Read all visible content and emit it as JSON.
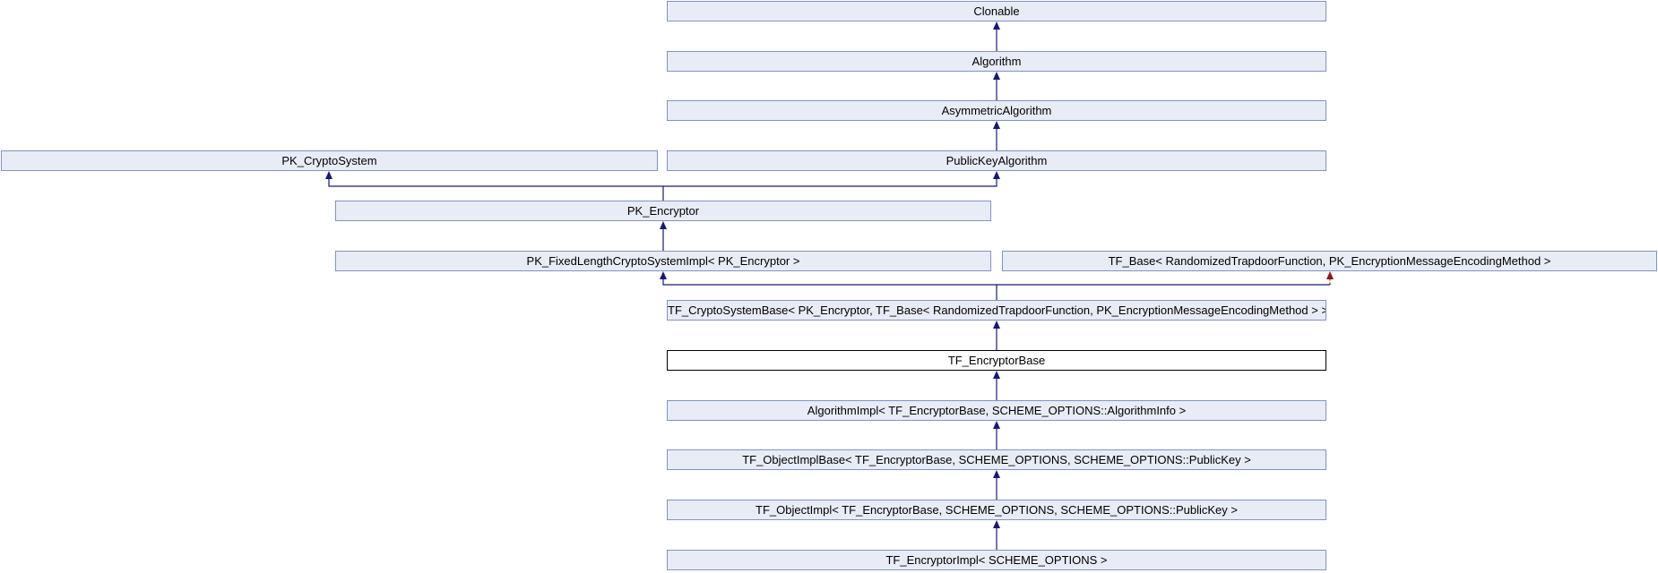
{
  "diagram": {
    "type": "class-inheritance-graph",
    "current_class": "TF_EncryptorBase",
    "nodes": {
      "clonable": {
        "label": "Clonable"
      },
      "algorithm": {
        "label": "Algorithm"
      },
      "asymmetric_algorithm": {
        "label": "AsymmetricAlgorithm"
      },
      "pk_cryptosystem": {
        "label": "PK_CryptoSystem"
      },
      "publickey_algorithm": {
        "label": "PublicKeyAlgorithm"
      },
      "pk_encryptor": {
        "label": "PK_Encryptor"
      },
      "pk_fixedlength_cryptosystemimpl": {
        "label": "PK_FixedLengthCryptoSystemImpl< PK_Encryptor >"
      },
      "tf_base": {
        "label": "TF_Base< RandomizedTrapdoorFunction, PK_EncryptionMessageEncodingMethod >"
      },
      "tf_cryptosystembase": {
        "label": "TF_CryptoSystemBase< PK_Encryptor, TF_Base< RandomizedTrapdoorFunction, PK_EncryptionMessageEncodingMethod > >"
      },
      "tf_encryptorbase": {
        "label": "TF_EncryptorBase"
      },
      "algorithmimpl": {
        "label": "AlgorithmImpl< TF_EncryptorBase, SCHEME_OPTIONS::AlgorithmInfo >"
      },
      "tf_objectimplbase": {
        "label": "TF_ObjectImplBase< TF_EncryptorBase, SCHEME_OPTIONS, SCHEME_OPTIONS::PublicKey >"
      },
      "tf_objectimpl": {
        "label": "TF_ObjectImpl< TF_EncryptorBase, SCHEME_OPTIONS, SCHEME_OPTIONS::PublicKey >"
      },
      "tf_encryptorimpl": {
        "label": "TF_EncryptorImpl< SCHEME_OPTIONS >"
      }
    },
    "colors": {
      "node_fill": "#e8ecf6",
      "node_border": "#8093c0",
      "current_node_fill": "#ffffff",
      "current_node_border": "#000000",
      "public_inheritance_arrow": "#191970",
      "private_inheritance_arrow": "#8b1a1a"
    }
  }
}
